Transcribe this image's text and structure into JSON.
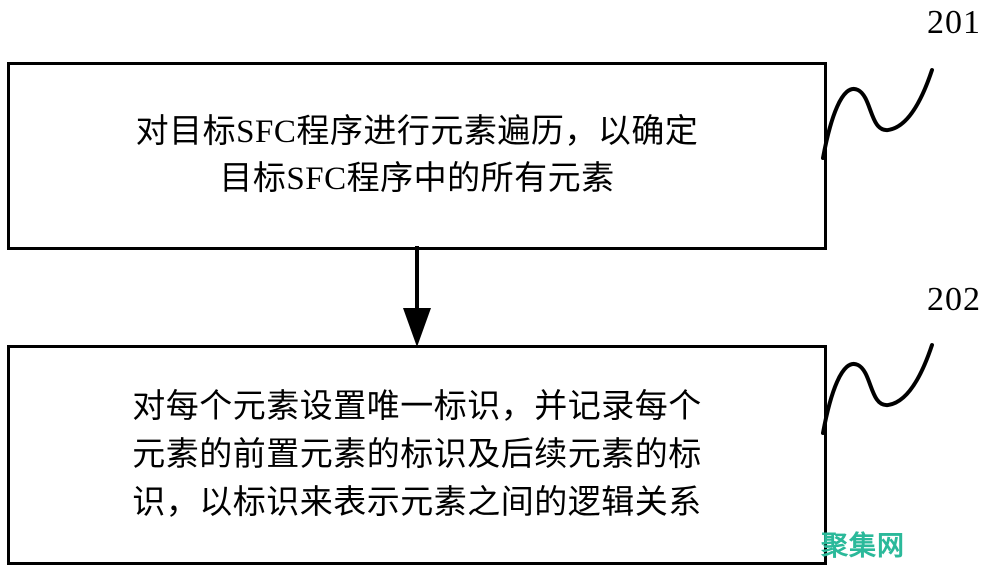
{
  "figure": {
    "type": "patent-flowchart",
    "orientation": "vertical",
    "background_color": "#ffffff",
    "line_color": "#000000"
  },
  "steps": [
    {
      "ref": "201",
      "text": "对目标SFC程序进行元素遍历，以确定\n目标SFC程序中的所有元素",
      "lines": [
        "对目标SFC程序进行元素遍历，以确定",
        "目标SFC程序中的所有元素"
      ]
    },
    {
      "ref": "202",
      "text": "对每个元素设置唯一标识，并记录每个\n元素的前置元素的标识及后续元素的标\n识，以标识来表示元素之间的逻辑关系",
      "lines": [
        "对每个元素设置唯一标识，并记录每个",
        "元素的前置元素的标识及后续元素的标",
        "识，以标识来表示元素之间的逻辑关系"
      ]
    }
  ],
  "connector": {
    "name": "arrow-down",
    "from_ref": "201",
    "to_ref": "202",
    "style": "solid-line-filled-triangle-head"
  },
  "leaders": [
    {
      "name": "leader-curve-201",
      "target_ref": "201",
      "shape": "s-curve"
    },
    {
      "name": "leader-curve-202",
      "target_ref": "202",
      "shape": "s-curve"
    }
  ],
  "watermark": {
    "text": "聚集网",
    "color": "#2bb99a"
  }
}
